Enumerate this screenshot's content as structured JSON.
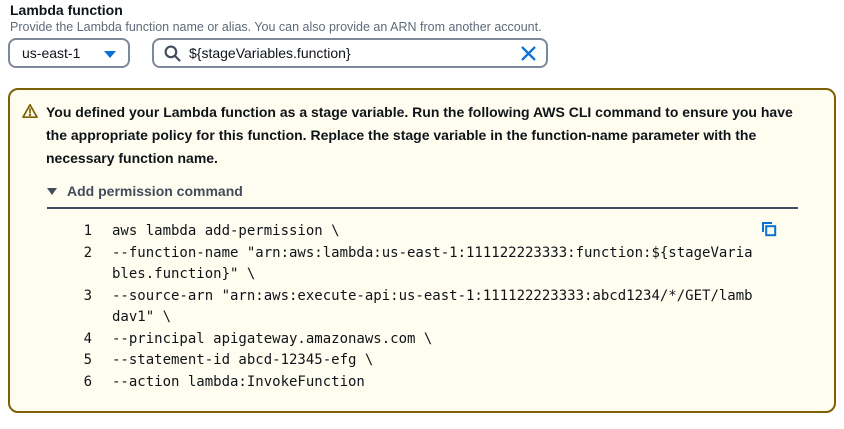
{
  "header": {
    "title": "Lambda function",
    "description": "Provide the Lambda function name or alias. You can also provide an ARN from another account."
  },
  "controls": {
    "region_selector": {
      "value": "us-east-1"
    },
    "function_input": {
      "value": "${stageVariables.function}"
    }
  },
  "warning": {
    "message": "You defined your Lambda function as a stage variable. Run the following AWS CLI command to ensure you have\nthe appropriate policy for this function. Replace the stage variable in the function-name parameter with the\nnecessary function name.",
    "expander_label": "Add permission command",
    "code_lines": [
      {
        "num": "1",
        "text": "aws lambda add-permission \\"
      },
      {
        "num": "2",
        "text": "--function-name \"arn:aws:lambda:us-east-1:111122223333:function:${stageVaria\nbles.function}\" \\"
      },
      {
        "num": "3",
        "text": "--source-arn \"arn:aws:execute-api:us-east-1:111122223333:abcd1234/*/GET/lamb\ndav1\" \\"
      },
      {
        "num": "4",
        "text": "--principal apigateway.amazonaws.com \\"
      },
      {
        "num": "5",
        "text": "--statement-id abcd-12345-efg \\"
      },
      {
        "num": "6",
        "text": "--action lambda:InvokeFunction"
      }
    ]
  },
  "icons": {
    "region_caret": "caret-down-icon",
    "search": "search-icon",
    "clear": "close-icon",
    "warning": "warning-triangle-icon",
    "expander_caret": "caret-down-icon",
    "copy": "copy-icon"
  },
  "colors": {
    "warning_border": "#7d6105",
    "warning_background": "#fffdf0",
    "accent_blue": "#0972d3",
    "input_border": "#7d8998",
    "text_primary": "#0f141a",
    "text_secondary": "#5f6b7a",
    "expander_text": "#414d5c"
  }
}
